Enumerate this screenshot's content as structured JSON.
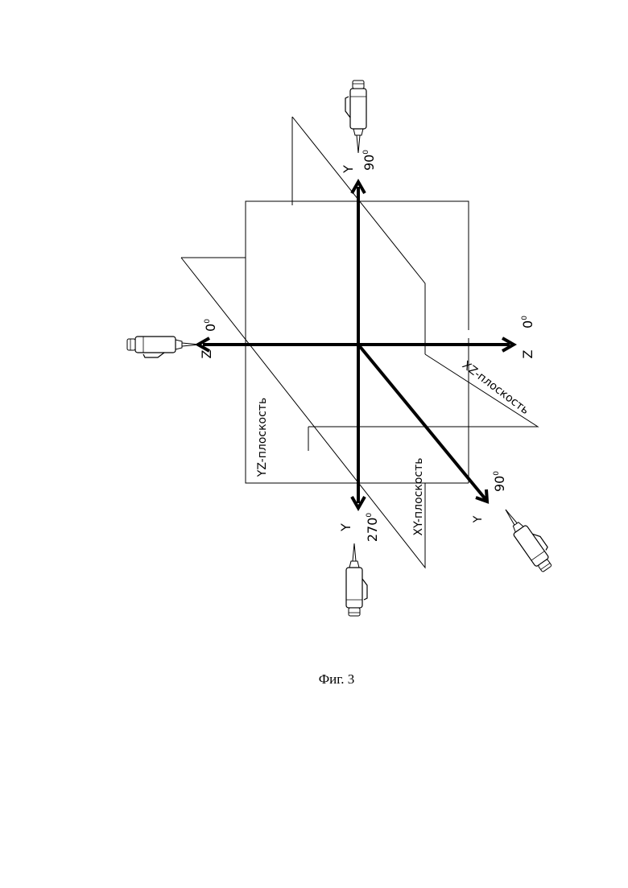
{
  "figure": {
    "caption": "Фиг. 3",
    "axes": {
      "z_left": {
        "letter": "Z",
        "angle": "0",
        "sup": "0"
      },
      "z_right": {
        "letter": "Z",
        "angle": "0",
        "sup": "0"
      },
      "y_up": {
        "letter": "Y",
        "angle": "90",
        "sup": "0"
      },
      "y_down": {
        "letter": "Y",
        "angle": "270",
        "sup": "0"
      },
      "y_diag": {
        "letter": "Y",
        "angle": "90",
        "sup": "0"
      }
    },
    "planes": {
      "yz": "YZ-плоскость",
      "xy": "XY-плоскость",
      "xz": "XZ-плоскость"
    }
  }
}
